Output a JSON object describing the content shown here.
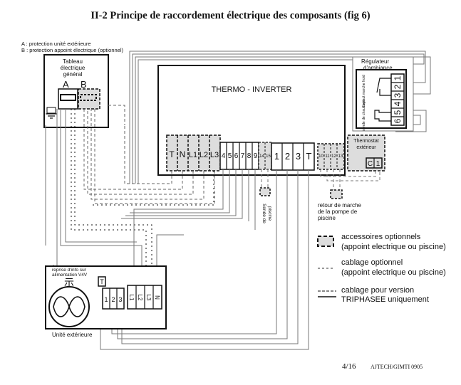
{
  "title": "II-2 Principe de raccordement électrique des composants (fig 6)",
  "notes": {
    "a": "A : protection unité extérieure",
    "b": "B : protection appoint électrique (optionnel)"
  },
  "tableau": {
    "label_1": "Tableau",
    "label_2": "électrique",
    "label_3": "général",
    "breaker_a": "A",
    "breaker_b": "B"
  },
  "thermo": {
    "label": "THERMO - INVERTER",
    "optional_terminals": [
      "T",
      "N",
      "L1",
      "L2",
      "L3"
    ],
    "terminals": [
      "4",
      "5",
      "6",
      "7",
      "8",
      "9"
    ],
    "pool_terminals": [
      "14",
      "15"
    ],
    "big_terminals": [
      "1",
      "2",
      "3",
      "T"
    ],
    "aux_terminals": [
      "10",
      "11",
      "12",
      "13"
    ]
  },
  "regulateur": {
    "label_1": "Régulateur",
    "label_2": "d'ambiance",
    "contact_label": "contact marche froid",
    "sonde_label": "sonde de chauffage",
    "terminals": [
      "1",
      "2",
      "3",
      "4",
      "5",
      "6"
    ]
  },
  "thermostat": {
    "label_1": "Thermostat",
    "label_2": "extérieur",
    "terminals": [
      "C",
      "1"
    ]
  },
  "sonde_piscine": {
    "label_1": "Sonde de",
    "label_2": "piscine"
  },
  "retour_pompe": {
    "line_1": "retour de marche",
    "line_2": "de la pompe de",
    "line_3": "piscine"
  },
  "unite_exterieure": {
    "label": "Unité extérieure",
    "info_1": "reprise d'info sur",
    "info_2": "alimentation V4V",
    "terminal_t": "T",
    "terminals": [
      "1",
      "2",
      "3"
    ],
    "power_terminals": [
      "L1",
      "L2",
      "L3",
      "N"
    ]
  },
  "legend": {
    "optional_accessories_1": "accessoires optionnels",
    "optional_accessories_2": "(appoint electrique ou piscine)",
    "optional_wiring_1": "cablage optionnel",
    "optional_wiring_2": "(appoint electrique ou piscine)",
    "three_phase_1": "cablage pour version",
    "three_phase_2": "TRIPHASEE uniquement"
  },
  "footer": {
    "page": "4/16",
    "ref": "AJTECH/GIMTI 0905"
  }
}
